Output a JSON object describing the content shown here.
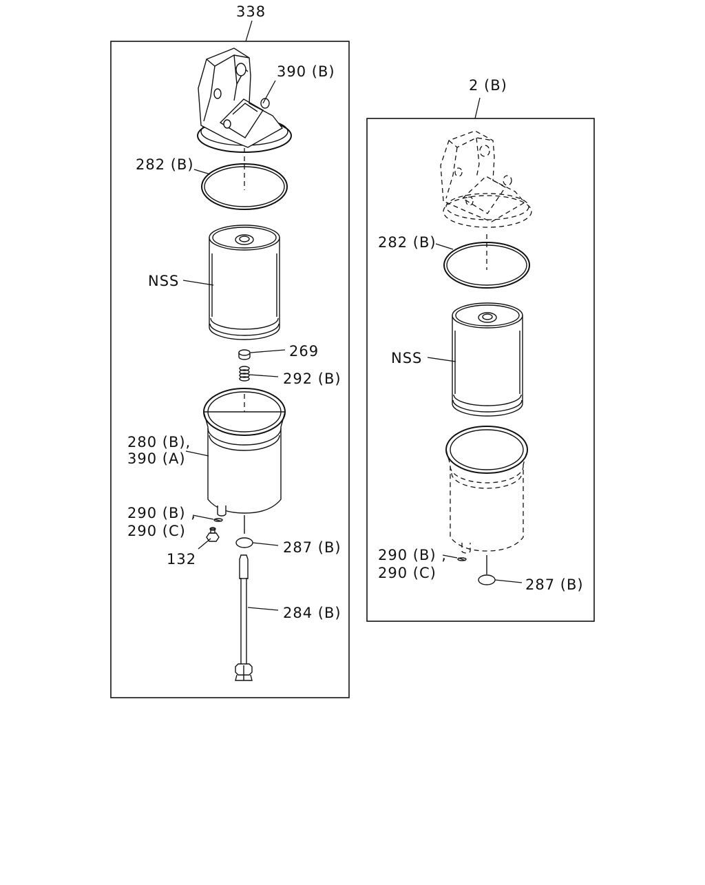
{
  "assemblies": [
    {
      "id": "left",
      "label": "338",
      "callouts": {
        "head_bracket": "390 (B)",
        "o_ring": "282 (B)",
        "element": "NSS",
        "washer": "269",
        "spring": "292 (B)",
        "bowl_line1": "280 (B),",
        "bowl_line2": "390 (A)",
        "drain_line1": "290 (B) ,",
        "drain_line2": "290 (C)",
        "plug": "132",
        "gasket": "287 (B)",
        "bolt": "284 (B)"
      }
    },
    {
      "id": "right",
      "label": "2 (B)",
      "callouts": {
        "o_ring": "282 (B)",
        "element": "NSS",
        "drain_line1": "290 (B) ,",
        "drain_line2": "290 (C)",
        "gasket": "287 (B)"
      }
    }
  ]
}
